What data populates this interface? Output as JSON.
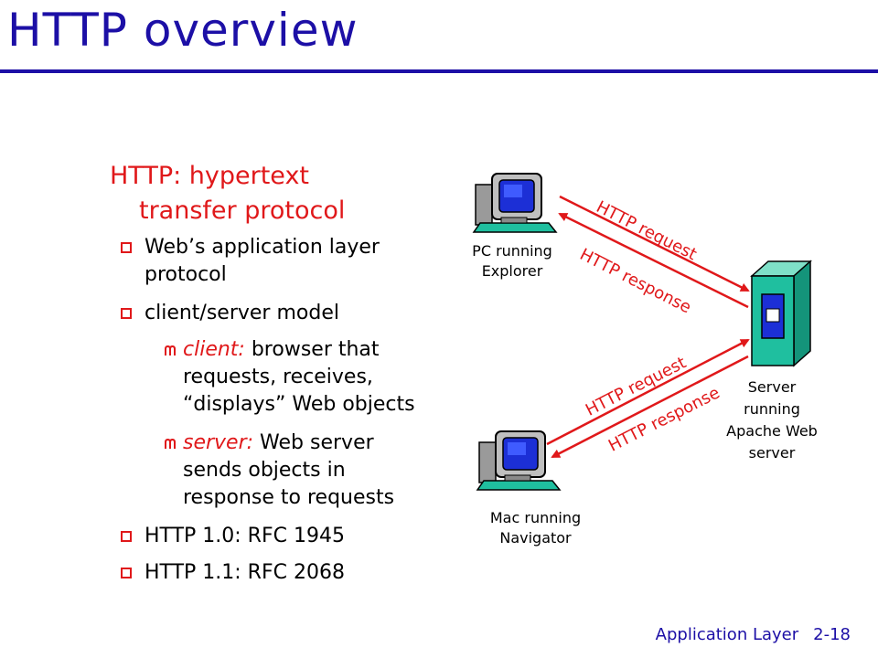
{
  "title": "HTTP overview",
  "heading": "HTTP: hypertext transfer protocol",
  "items": [
    {
      "level": 1,
      "text": "Web’s application layer"
    },
    {
      "level": 1,
      "text": "protocol",
      "continuation": true
    },
    {
      "level": 1,
      "text": "client/server model"
    },
    {
      "level": 2,
      "label": "client:",
      "text": " browser that"
    },
    {
      "level": 2,
      "text": "requests, receives,",
      "continuation": true
    },
    {
      "level": 2,
      "text": "“displays” Web objects",
      "continuation": true
    },
    {
      "level": 2,
      "label": "server:",
      "text": " Web server"
    },
    {
      "level": 2,
      "text": "sends objects in",
      "continuation": true
    },
    {
      "level": 2,
      "text": "response to requests",
      "continuation": true
    },
    {
      "level": 1,
      "text": "HTTP 1.0: RFC 1945"
    },
    {
      "level": 1,
      "text": "HTTP 1.1: RFC 2068"
    }
  ],
  "diagram": {
    "pc": {
      "line1": "PC running",
      "line2": "Explorer"
    },
    "mac": {
      "line1": "Mac running",
      "line2": "Navigator"
    },
    "server": {
      "line1": "Server",
      "line2": "running",
      "line3": "Apache Web",
      "line4": "server"
    },
    "request_label": "HTTP request",
    "response_label": "HTTP response"
  },
  "footer": {
    "section": "Application Layer",
    "page": "2-18"
  },
  "colors": {
    "title": "#1c0fa6",
    "accent": "#e0181a",
    "server": "#1fbf9f"
  }
}
